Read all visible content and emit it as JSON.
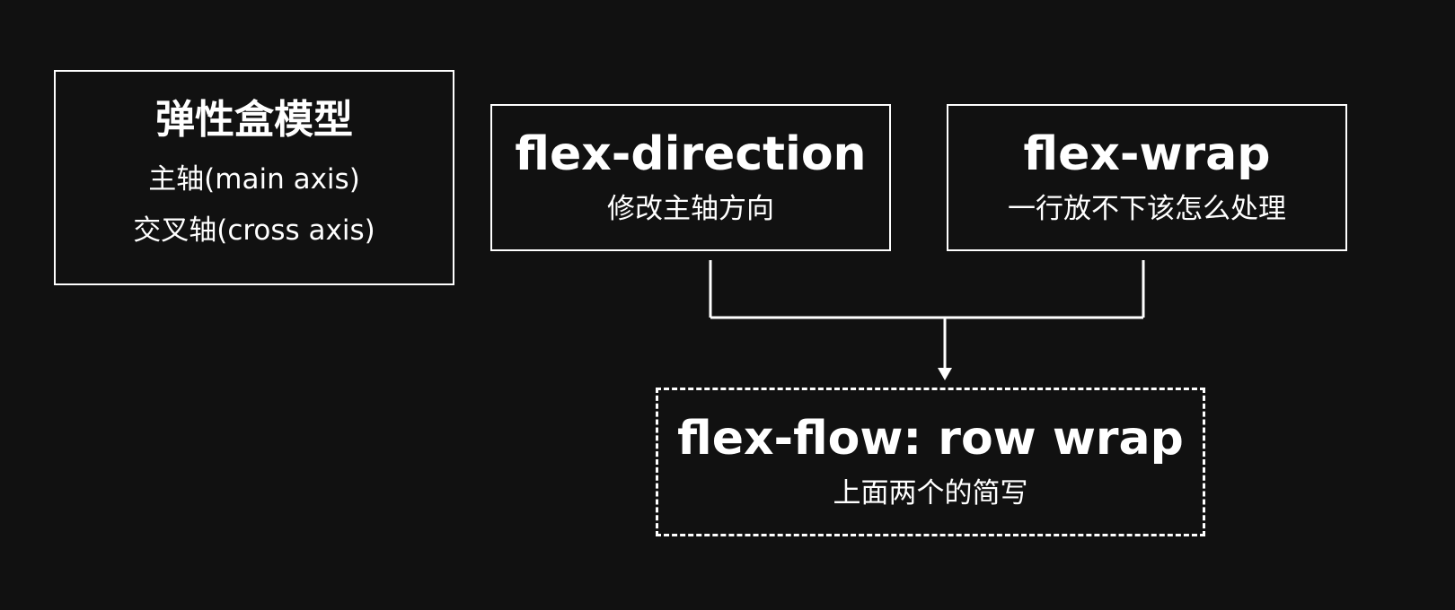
{
  "flexbox": {
    "title": "弹性盒模型",
    "main_axis": "主轴(main axis)",
    "cross_axis": "交叉轴(cross axis)"
  },
  "flex_direction": {
    "title": "flex-direction",
    "desc": "修改主轴方向"
  },
  "flex_wrap": {
    "title": "flex-wrap",
    "desc": "一行放不下该怎么处理"
  },
  "flex_flow": {
    "title": "flex-flow: row wrap",
    "desc": "上面两个的简写"
  },
  "colors": {
    "background": "#111111",
    "foreground": "#ffffff"
  }
}
